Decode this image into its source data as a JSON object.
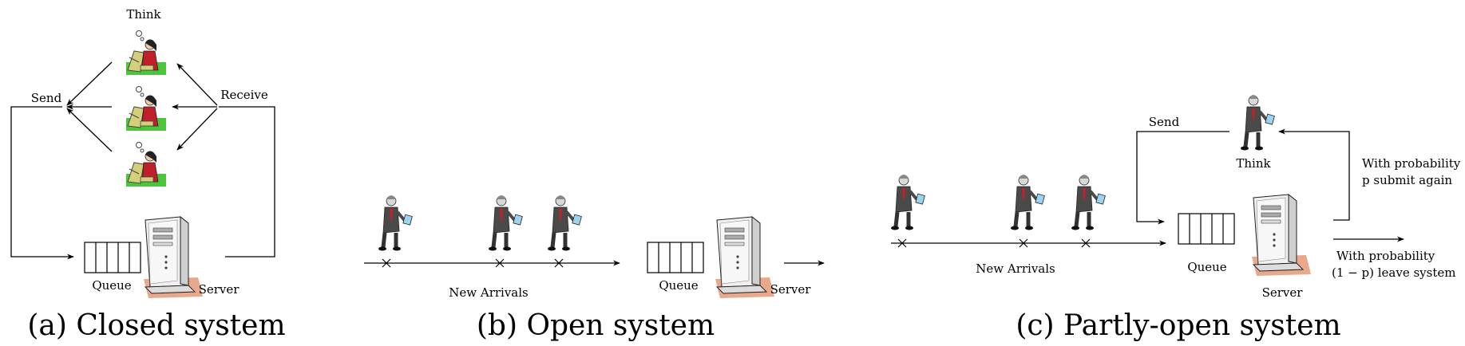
{
  "panels": {
    "closed": {
      "caption": "(a) Closed system",
      "think": "Think",
      "send": "Send",
      "receive": "Receive",
      "queue": "Queue",
      "server": "Server"
    },
    "open": {
      "caption": "(b) Open system",
      "new_arrivals": "New Arrivals",
      "queue": "Queue",
      "server": "Server"
    },
    "partly_open": {
      "caption": "(c) Partly-open system",
      "send": "Send",
      "think": "Think",
      "prob_again_1": "With probability",
      "prob_again_2": "p submit again",
      "new_arrivals": "New Arrivals",
      "queue": "Queue",
      "server": "Server",
      "prob_leave_1": "With probability",
      "prob_leave_2": "(1 − p) leave system"
    }
  },
  "icons": [
    "thinking-user-icon",
    "walking-user-icon",
    "server-computer-icon",
    "queue-buffer-icon",
    "arrival-cross-icon"
  ],
  "colors": {
    "line": "#000000",
    "shirt": "#c0202a",
    "monitor": "#d4cf7a",
    "grass": "#4cc43c",
    "coat": "#4a4a4a",
    "server_base": "#e8a88a"
  }
}
